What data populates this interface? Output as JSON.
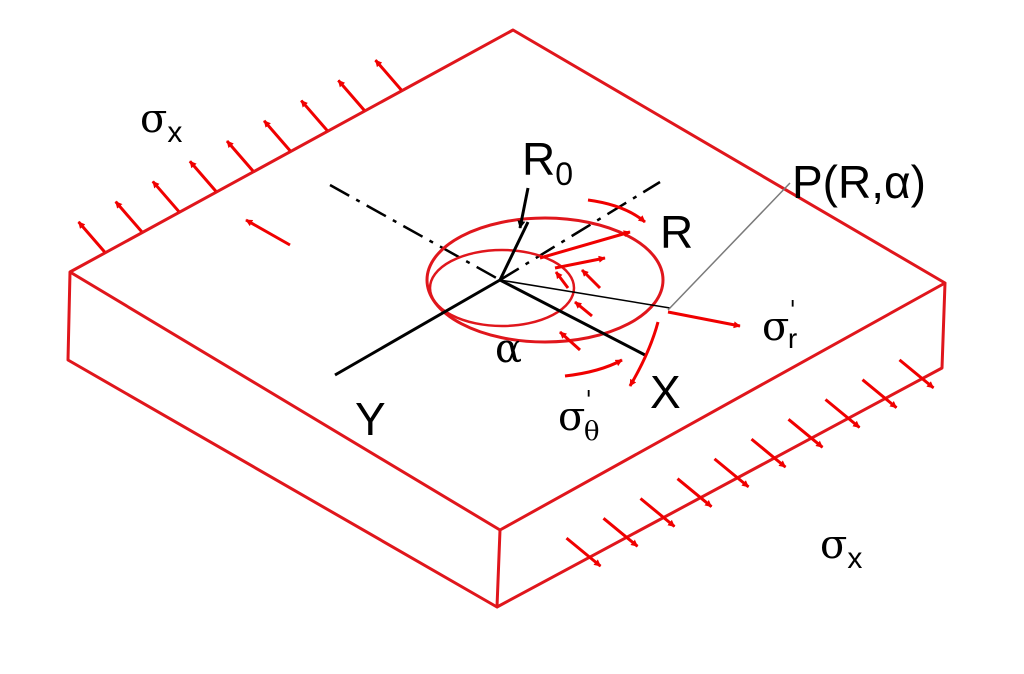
{
  "colors": {
    "plate": "#e0161c",
    "arrows": "#f00000",
    "axes": "#000000",
    "leader": "#7a7a7a",
    "background": "#ffffff"
  },
  "labels": {
    "sigma_symbol": "σ",
    "x_subscript": "x",
    "r_zero_base": "R",
    "r_zero_subscript": "0",
    "radius": "R",
    "point": "P(R,α)",
    "sigma_r_subscript": "r",
    "sigma_theta_subscript": "θ",
    "prime": "'",
    "angle": "α",
    "x_axis": "X",
    "y_axis": "Y"
  }
}
